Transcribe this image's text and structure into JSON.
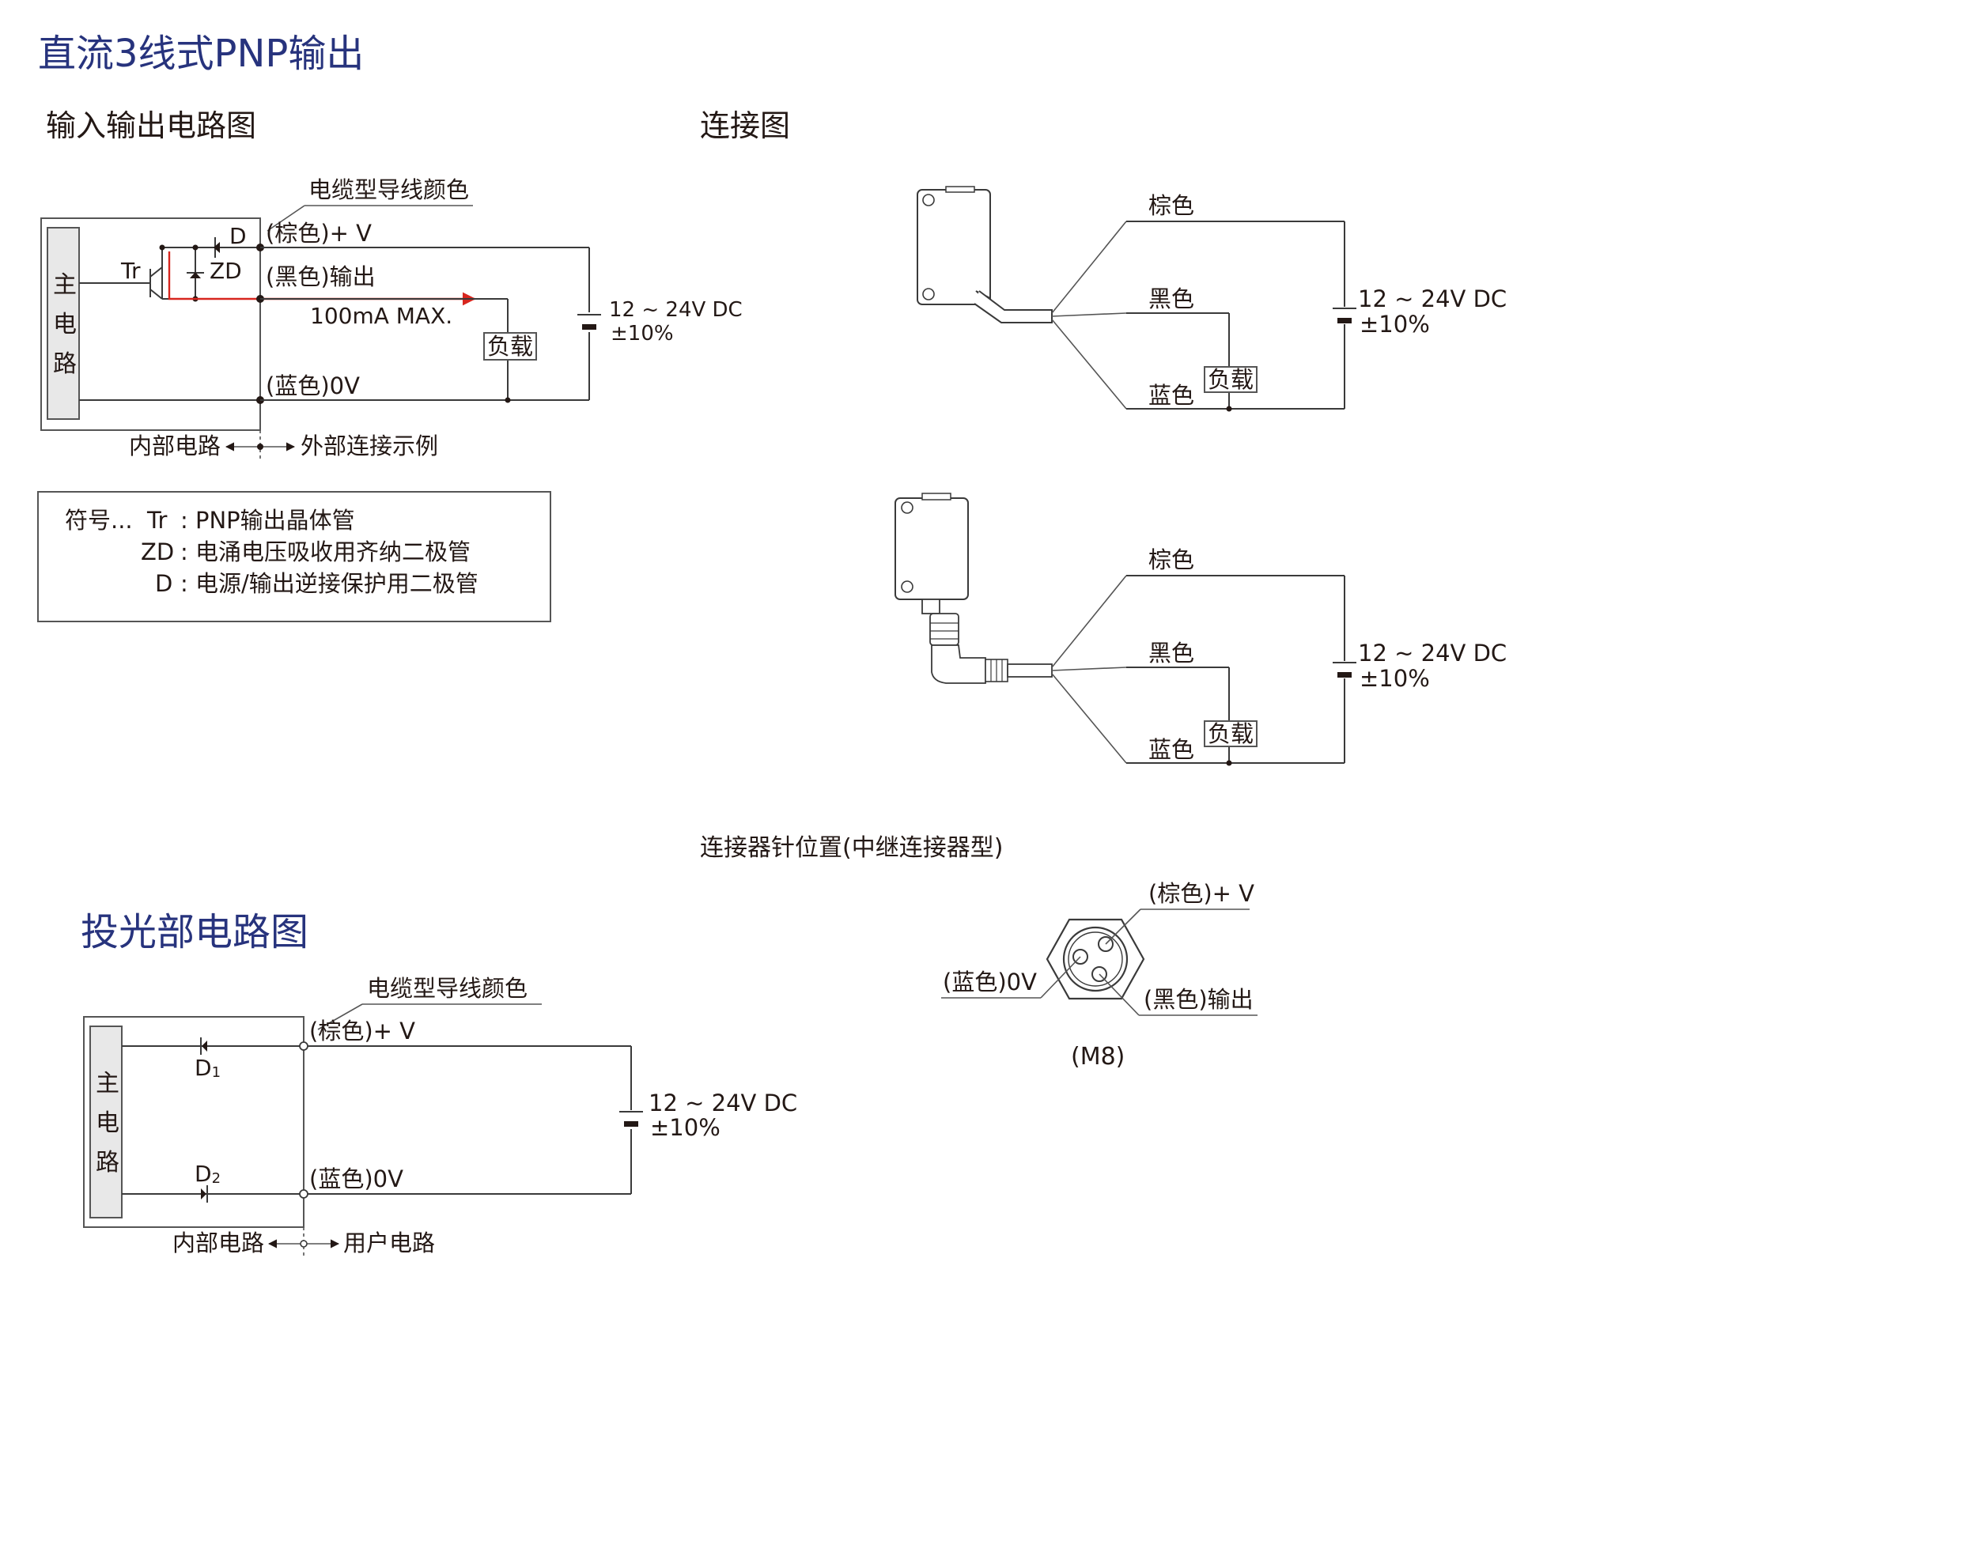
{
  "titles": {
    "main": "直流3线式PNP输出",
    "io_circuit": "输入输出电路图",
    "connection": "连接图",
    "emitter": "投光部电路图",
    "connector_pins": "连接器针位置(中继连接器型)"
  },
  "io_circuit": {
    "cable_color_heading": "电缆型导线颜色",
    "brown_v": "(棕色)+ V",
    "black_out": "(黑色)输出",
    "blue_0v": "(蓝色)0V",
    "current": "100mA MAX.",
    "load": "负载",
    "supply": "12 ~ 24V DC",
    "tolerance": "±10%",
    "main_circuit": [
      "主",
      "电",
      "路"
    ],
    "tr": "Tr",
    "d": "D",
    "zd": "ZD",
    "internal": "内部电路",
    "external": "外部连接示例"
  },
  "legend": {
    "prefix": "符号...",
    "rows": [
      {
        "key": "Tr",
        "desc": ": PNP输出晶体管"
      },
      {
        "key": "ZD",
        "desc": ": 电涌电压吸收用齐纳二极管"
      },
      {
        "key": "D",
        "desc": ": 电源/输出逆接保护用二极管"
      }
    ]
  },
  "connection_cable": {
    "brown": "棕色",
    "black": "黑色",
    "blue": "蓝色",
    "load": "负载",
    "supply": "12 ~ 24V DC",
    "tolerance": "±10%"
  },
  "connection_connector": {
    "brown": "棕色",
    "black": "黑色",
    "blue": "蓝色",
    "load": "负载",
    "supply": "12 ~ 24V DC",
    "tolerance": "±10%"
  },
  "connector": {
    "brown_v": "(棕色)+ V",
    "blue_0v": "(蓝色)0V",
    "black_out": "(黑色)输出",
    "size": "(M8)"
  },
  "emitter": {
    "cable_color_heading": "电缆型导线颜色",
    "brown_v": "(棕色)+ V",
    "blue_0v": "(蓝色)0V",
    "d1": "D",
    "d1_sub": "1",
    "d2": "D",
    "d2_sub": "2",
    "supply": "12 ~ 24V DC",
    "tolerance": "±10%",
    "main_circuit": [
      "主",
      "电",
      "路"
    ],
    "internal": "内部电路",
    "external": "用户电路"
  },
  "colors": {
    "heading": "#27337d",
    "output_path": "#d7261e",
    "text": "#231815"
  }
}
